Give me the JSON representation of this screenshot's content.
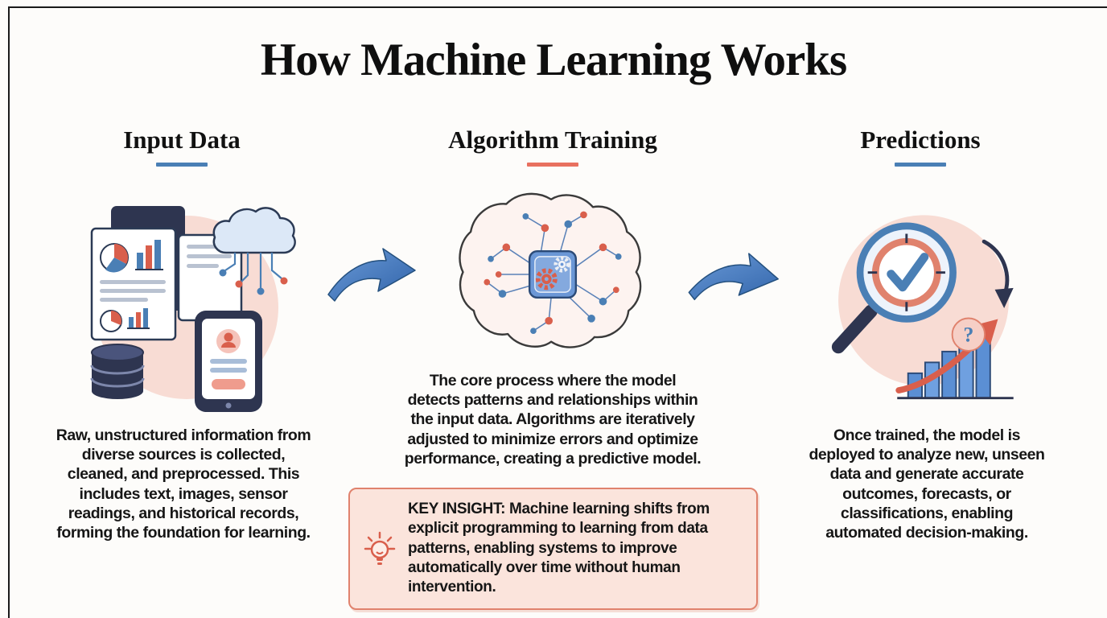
{
  "title": "How Machine Learning Works",
  "columns": [
    {
      "heading": "Input Data",
      "accent_color": "#4a7fb5",
      "illustration": "documents-cloud-database-smartphone",
      "icons": [
        "documents-icon",
        "cloud-icon",
        "database-icon",
        "smartphone-icon"
      ],
      "description": "Raw, unstructured information from diverse sources is collected, cleaned, and preprocessed. This includes text, images, sensor readings, and historical records, forming the foundation for learning."
    },
    {
      "heading": "Algorithm Training",
      "accent_color": "#e8705f",
      "illustration": "brain-circuit-with-gear-chip",
      "icons": [
        "brain-icon",
        "gear-chip-icon"
      ],
      "description": "The core process where the model detects patterns and relationships within the input data. Algorithms are iteratively adjusted to minimize errors and optimize performance, creating a predictive model."
    },
    {
      "heading": "Predictions",
      "accent_color": "#4a7fb5",
      "illustration": "magnifier-target-growth-chart",
      "icons": [
        "magnifier-icon",
        "target-check-icon",
        "question-mark-icon",
        "growth-chart-icon",
        "curved-arrow-icon"
      ],
      "description": "Once trained, the model is deployed to analyze new, unseen data and generate accurate outcomes, forecasts, or classifications, enabling automated decision-making."
    }
  ],
  "key_insight": {
    "icon": "lightbulb-icon",
    "text": "KEY INSIGHT: Machine learning shifts from explicit programming to learning from data patterns, enabling systems to improve automatically over time without human intervention.",
    "background": "#fbe4dc",
    "border_color": "#e0826d"
  },
  "flow_arrows": {
    "count": 2,
    "color": "#3f73b5"
  },
  "icons": {
    "question_mark": "?"
  },
  "colors": {
    "page_background": "#fdfcfa",
    "frame_border": "#1a1a1a",
    "heading_text": "#111111",
    "body_text": "#161616",
    "blue_accent": "#4a7fb5",
    "red_accent": "#e8705f",
    "illustration_circle": "#f8dcd4",
    "dark_navy": "#2e3550"
  }
}
